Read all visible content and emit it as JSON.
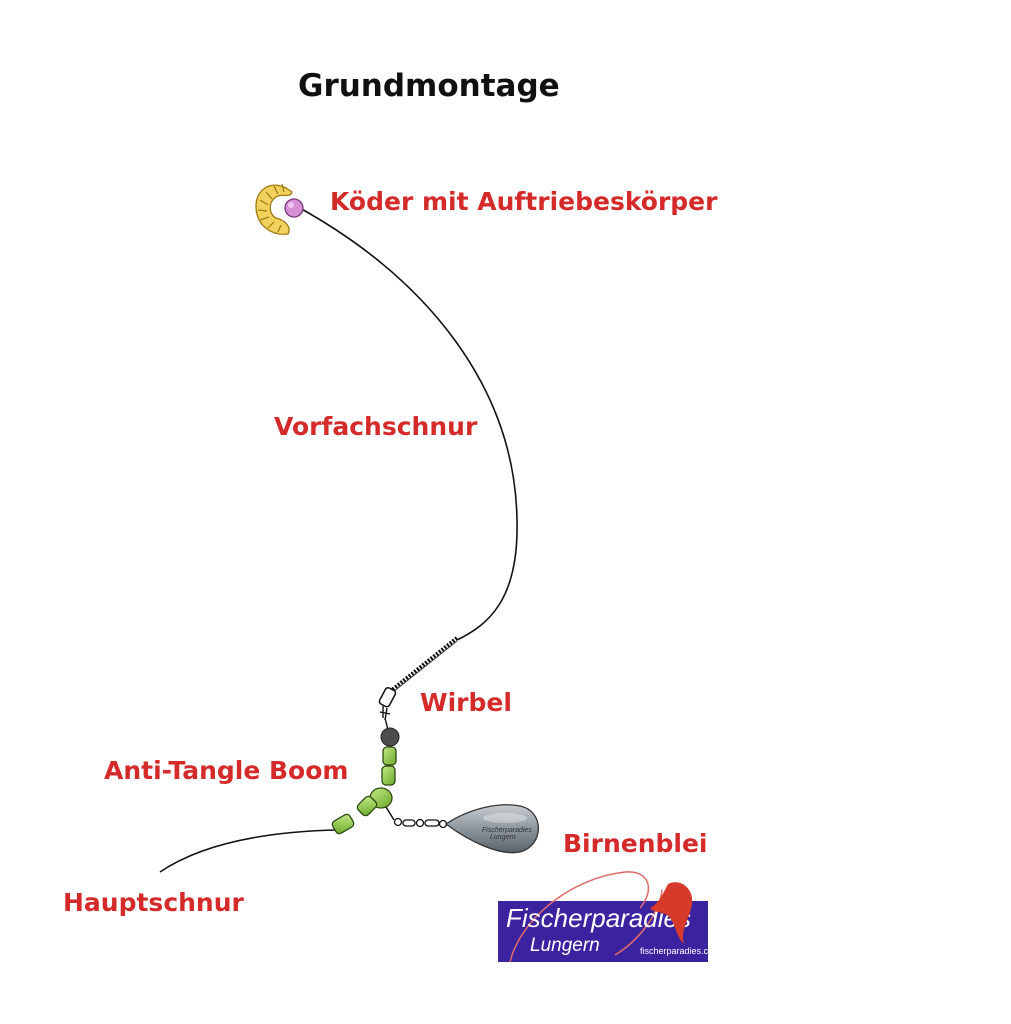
{
  "title": "Grundmontage",
  "labels": {
    "bait": "Köder mit Auftriebeskörper",
    "leader": "Vorfachschnur",
    "swivel": "Wirbel",
    "boom": "Anti-Tangle Boom",
    "sinker": "Birnenblei",
    "mainline": "Hauptschnur"
  },
  "logo": {
    "name": "Fischerparadies",
    "place": "Lungern",
    "url": "fischerparadies.ch"
  },
  "colors": {
    "label": "#d42a2a",
    "title": "#111111",
    "logo_bg": "#3b23a0",
    "bait": "#f2d25c",
    "float_bead": "#d78fd6",
    "boom_tube": "#8ccc3c",
    "lead": "#8a949c"
  }
}
